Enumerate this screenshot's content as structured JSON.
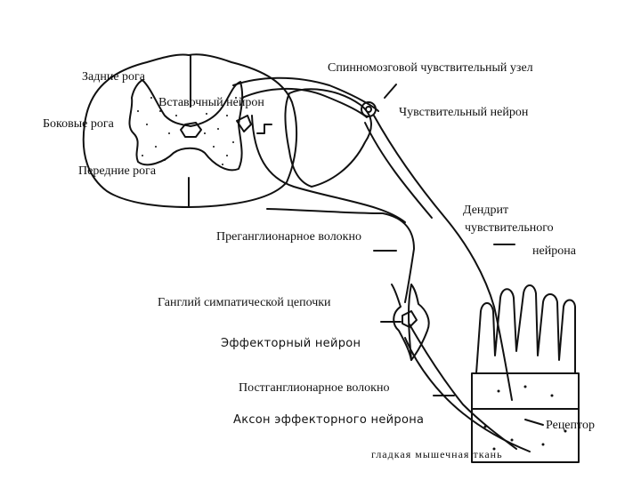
{
  "labels": {
    "dorsal_horns": "Задние рога",
    "lateral_horns": "Боковые рога",
    "ventral_horns": "Передние рога",
    "interneuron": "Вставочный нейрон",
    "spinal_ganglion": "Спинномозговой чувствительный узел",
    "sensory_neuron": "Чувствительный нейрон",
    "dendrite_line1": "Дендрит",
    "dendrite_line2": "чувствительного",
    "dendrite_line3": "нейрона",
    "preganglionic_fiber": "Преганглионарное волокно",
    "sympathetic_ganglion": "Ганглий симпатической цепочки",
    "effector_neuron": "Эффекторный нейрон",
    "postganglionic_fiber": "Постганглионарное волокно",
    "effector_axon": "Аксон эффекторного нейрона",
    "receptor": "Рецептор",
    "smooth_muscle": "гладкая мышечная ткань"
  },
  "colors": {
    "ink": "#111111",
    "background": "#ffffff"
  }
}
